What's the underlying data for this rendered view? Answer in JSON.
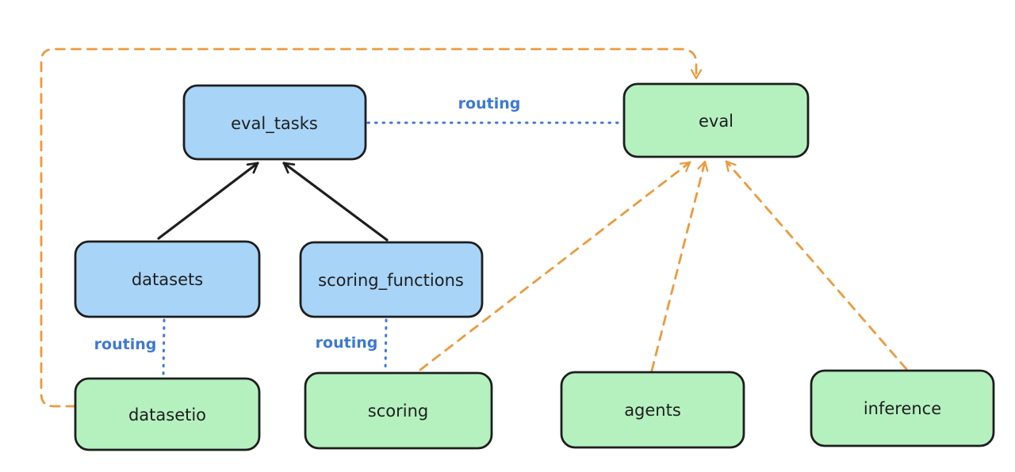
{
  "colors": {
    "bg": "#ffffff",
    "ink": "#1e1e1e",
    "blue-fill": "#a8d4f7",
    "green-fill": "#b5f1bf",
    "routing-blue": "#3d79d2",
    "orange": "#ec9a3f"
  },
  "nodes": {
    "eval_tasks": {
      "label": "eval_tasks",
      "fill": "#a8d4f7"
    },
    "eval": {
      "label": "eval",
      "fill": "#b5f1bf"
    },
    "datasets": {
      "label": "datasets",
      "fill": "#a8d4f7"
    },
    "scoring_functions": {
      "label": "scoring_functions",
      "fill": "#a8d4f7"
    },
    "datasetio": {
      "label": "datasetio",
      "fill": "#b5f1bf"
    },
    "scoring": {
      "label": "scoring",
      "fill": "#b5f1bf"
    },
    "agents": {
      "label": "agents",
      "fill": "#b5f1bf"
    },
    "inference": {
      "label": "inference",
      "fill": "#b5f1bf"
    }
  },
  "edge_labels": {
    "routing_eval_tasks_eval": "routing",
    "routing_datasets_datasetio": "routing",
    "routing_scoring_functions_scoring": "routing"
  }
}
